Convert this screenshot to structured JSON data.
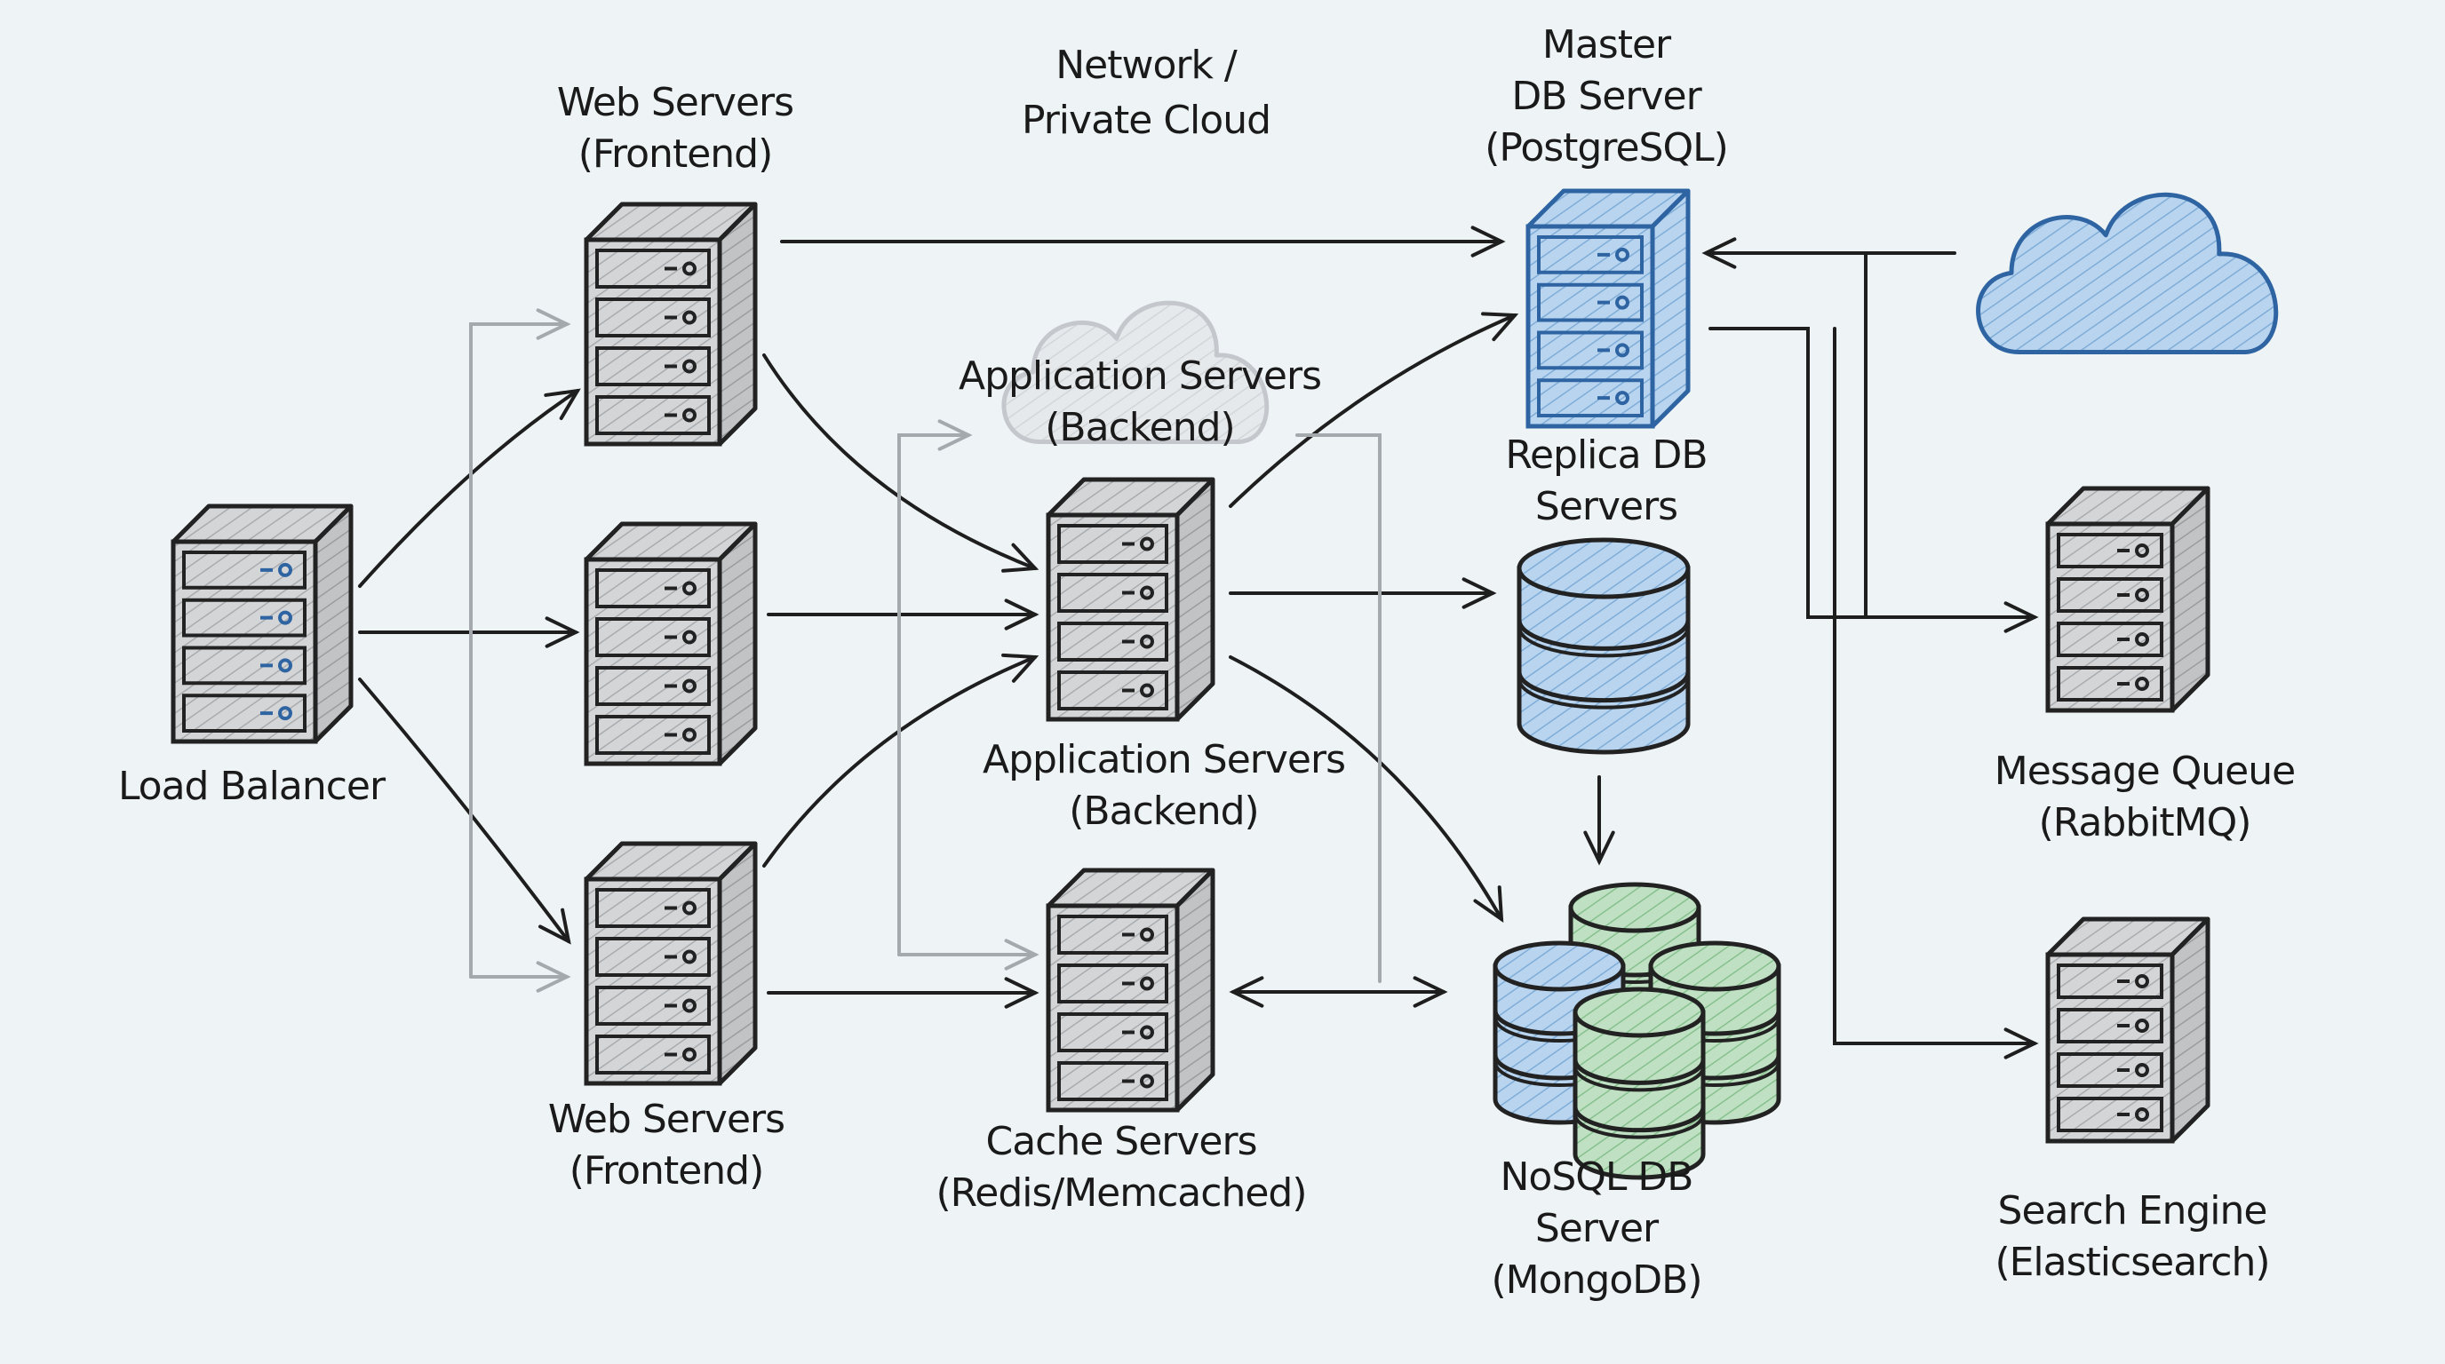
{
  "title": "Web Application Architecture Sketch",
  "colors": {
    "background": "#eef3f5",
    "ink": "#1e1e1e",
    "gray_fill": "#cfd1d3",
    "gray_side": "#bdbfc1",
    "blue_fill": "#a9cbea",
    "blue_stroke": "#2f64a3",
    "green_fill": "#a9d6ae",
    "cloud_gray": "#c4c8cc",
    "connector_gray": "#a4a9ad"
  },
  "nodes": [
    {
      "id": "load-balancer",
      "kind": "server",
      "variant": "gray-blue-leds",
      "label": [
        "Load Balancer"
      ]
    },
    {
      "id": "web-server-top",
      "kind": "server",
      "variant": "gray",
      "label": [
        "Web Servers",
        "(Frontend)"
      ]
    },
    {
      "id": "web-server-middle",
      "kind": "server",
      "variant": "gray",
      "label": []
    },
    {
      "id": "web-server-bottom",
      "kind": "server",
      "variant": "gray",
      "label": [
        "Web Servers",
        "(Frontend)"
      ]
    },
    {
      "id": "app-server",
      "kind": "server",
      "variant": "gray",
      "label": [
        "Application Servers",
        "(Backend)"
      ]
    },
    {
      "id": "cache-server",
      "kind": "server",
      "variant": "gray",
      "label": [
        "Cache Servers",
        "(Redis/Memcached)"
      ]
    },
    {
      "id": "master-db",
      "kind": "server",
      "variant": "blue",
      "label": [
        "Master",
        "DB Server",
        "(PostgreSQL)"
      ]
    },
    {
      "id": "replica-db",
      "kind": "database",
      "variant": "blue",
      "label": [
        "Replica DB",
        "Servers"
      ]
    },
    {
      "id": "nosql-db",
      "kind": "db-cluster",
      "variant": "green-blue",
      "label": [
        "NoSQL DB",
        "Server",
        "(MongoDB)"
      ]
    },
    {
      "id": "message-queue",
      "kind": "server",
      "variant": "gray",
      "label": [
        "Message Queue",
        "(RabbitMQ)"
      ]
    },
    {
      "id": "search-engine",
      "kind": "server",
      "variant": "gray",
      "label": [
        "Search Engine",
        "(Elasticsearch)"
      ]
    },
    {
      "id": "app-cloud",
      "kind": "cloud",
      "variant": "gray",
      "label": [
        "Application Servers",
        "(Backend)"
      ]
    },
    {
      "id": "external-cloud",
      "kind": "cloud",
      "variant": "blue",
      "label": []
    }
  ],
  "annotations": [
    {
      "id": "network-label",
      "label": [
        "Network /",
        "Private Cloud"
      ]
    }
  ],
  "edges": [
    {
      "from": "load-balancer",
      "to": "web-server-top",
      "style": "solid",
      "shape": "curve"
    },
    {
      "from": "load-balancer",
      "to": "web-server-middle",
      "style": "solid",
      "shape": "straight"
    },
    {
      "from": "load-balancer",
      "to": "web-server-bottom",
      "style": "solid",
      "shape": "straight"
    },
    {
      "from": "web-server-top",
      "to": "master-db",
      "style": "solid",
      "shape": "straight"
    },
    {
      "from": "web-server-top",
      "to": "app-server",
      "style": "solid",
      "shape": "curve"
    },
    {
      "from": "web-server-middle",
      "to": "app-server",
      "style": "solid",
      "shape": "straight"
    },
    {
      "from": "web-server-bottom",
      "to": "app-server",
      "style": "solid",
      "shape": "curve"
    },
    {
      "from": "web-server-bottom",
      "to": "cache-server",
      "style": "solid",
      "shape": "straight"
    },
    {
      "from": "app-server",
      "to": "master-db",
      "style": "solid",
      "shape": "curve"
    },
    {
      "from": "app-server",
      "to": "replica-db",
      "style": "solid",
      "shape": "straight"
    },
    {
      "from": "app-server",
      "to": "nosql-db",
      "style": "solid",
      "shape": "curve"
    },
    {
      "from": "replica-db",
      "to": "nosql-db",
      "style": "solid",
      "shape": "straight"
    },
    {
      "from": "cache-server",
      "to": "nosql-db",
      "style": "solid",
      "shape": "bidirectional"
    },
    {
      "from": "external-cloud",
      "to": "master-db",
      "style": "solid",
      "shape": "elbow"
    },
    {
      "from": "master-db",
      "to": "message-queue",
      "style": "solid",
      "shape": "elbow"
    },
    {
      "from": "master-db",
      "to": "search-engine",
      "style": "solid",
      "shape": "elbow"
    },
    {
      "from": "gray-bus-left",
      "to": "web-server-top",
      "style": "gray",
      "shape": "elbow"
    },
    {
      "from": "gray-bus-left",
      "to": "web-server-bottom",
      "style": "gray",
      "shape": "elbow"
    },
    {
      "from": "gray-bus-center",
      "to": "app-cloud",
      "style": "gray",
      "shape": "elbow"
    },
    {
      "from": "gray-bus-center",
      "to": "cache-server",
      "style": "gray",
      "shape": "elbow"
    },
    {
      "from": "gray-bus-right",
      "to": "app-cloud",
      "style": "gray",
      "shape": "elbow"
    }
  ]
}
